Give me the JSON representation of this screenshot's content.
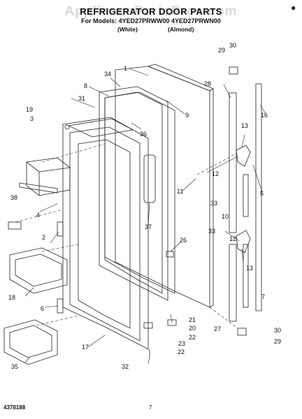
{
  "header": {
    "watermark": "AppliancePartsPros.com",
    "title": "REFRIGERATOR DOOR PARTS",
    "models": "For Models: 4YED27PRWW00 4YED27PRWN00",
    "variant_white": "(White)",
    "variant_almond": "(Almond)"
  },
  "footer": {
    "document_number": "4378188",
    "page_number": "7"
  },
  "callouts": [
    "1",
    "2",
    "3",
    "4",
    "5",
    "6",
    "7",
    "8",
    "9",
    "10",
    "11",
    "12",
    "12",
    "13",
    "13",
    "16",
    "17",
    "18",
    "19",
    "20",
    "21",
    "22",
    "22",
    "23",
    "26",
    "27",
    "28",
    "29",
    "29",
    "30",
    "30",
    "31",
    "32",
    "33",
    "33",
    "34",
    "35",
    "36",
    "37",
    "38"
  ]
}
